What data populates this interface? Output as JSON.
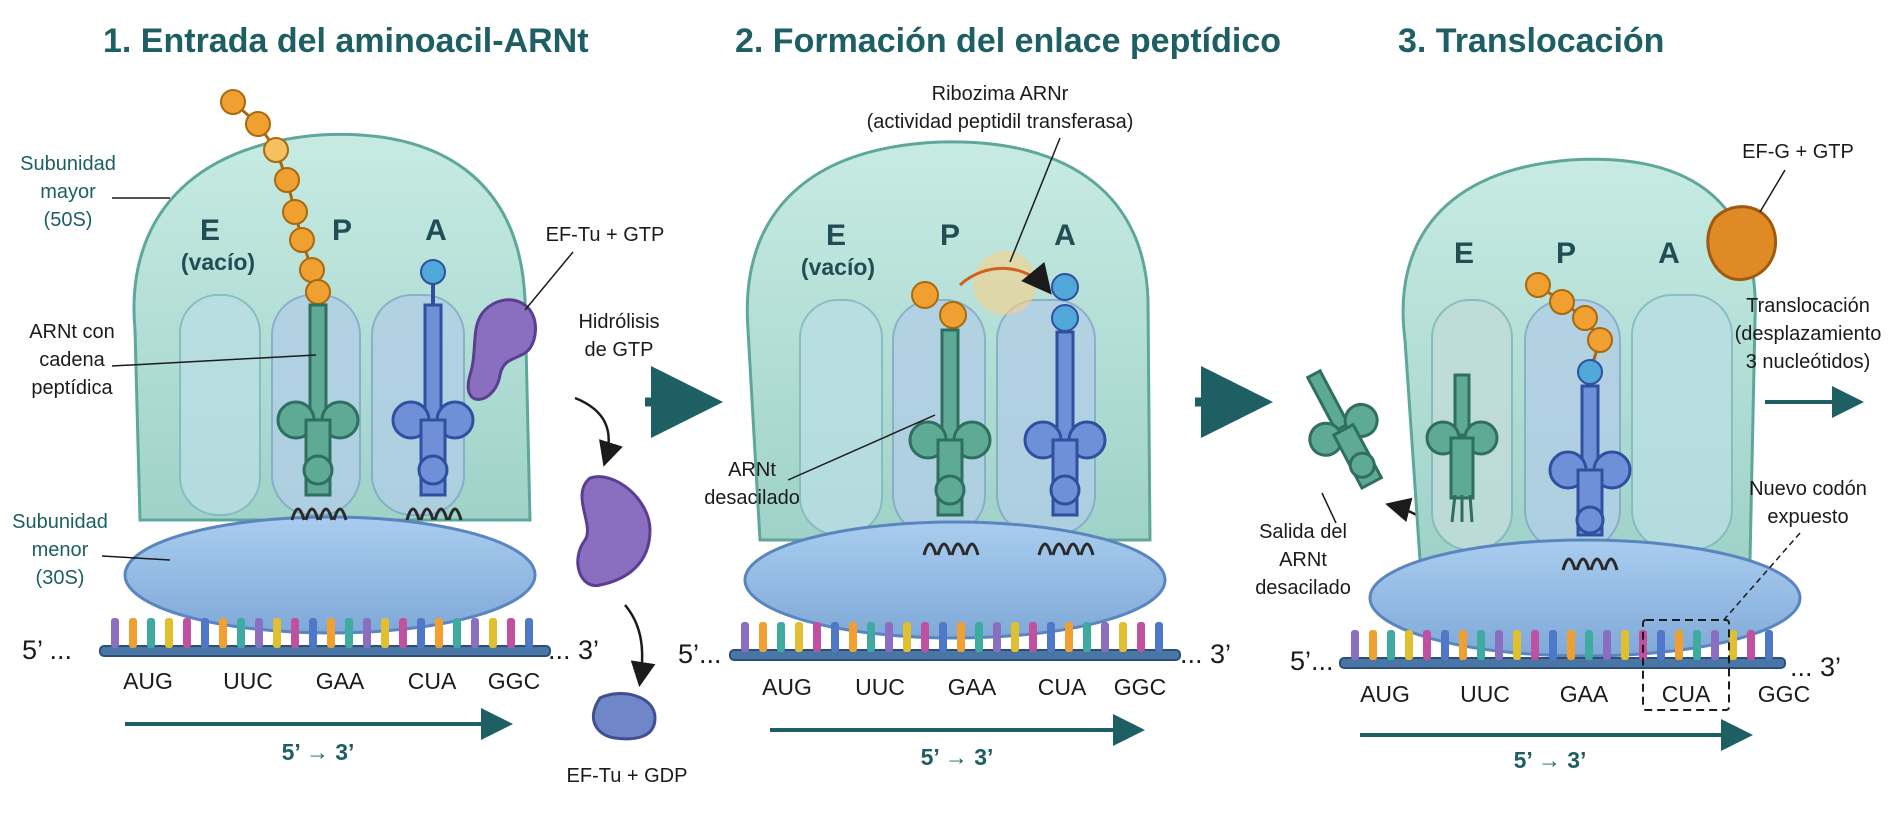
{
  "panels": [
    {
      "title": "1. Entrada del aminoacil-ARNt",
      "sites": [
        "E",
        "P",
        "A"
      ],
      "empty_label": "(vacío)",
      "codons": [
        "AUG",
        "UUC",
        "GAA",
        "CUA",
        "GGC"
      ],
      "five_prime": "5’ ...",
      "three_prime": "... 3’",
      "direction": "5’ → 3’"
    },
    {
      "title": "2. Formación del enlace peptídico",
      "sites": [
        "E",
        "P",
        "A"
      ],
      "empty_label": "(vacío)",
      "codons": [
        "AUG",
        "UUC",
        "GAA",
        "CUA",
        "GGC"
      ],
      "five_prime": "5’...",
      "three_prime": "... 3’",
      "direction": "5’ → 3’"
    },
    {
      "title": "3. Translocación",
      "sites": [
        "E",
        "P",
        "A"
      ],
      "codons": [
        "AUG",
        "UUC",
        "GAA",
        "CUA",
        "GGC"
      ],
      "five_prime": "5’...",
      "three_prime": "... 3’",
      "direction": "5’ → 3’"
    }
  ],
  "labels": {
    "large_subunit": [
      "Subunidad",
      "mayor",
      "(50S)"
    ],
    "small_subunit": [
      "Subunidad",
      "menor",
      "(30S)"
    ],
    "trna_chain": [
      "ARNt con",
      "cadena",
      "peptídica"
    ],
    "ef_tu_gtp": "EF-Tu + GTP",
    "gtp_hydrolysis": [
      "Hidrólisis",
      "de GTP"
    ],
    "ef_tu_gdp": "EF-Tu + GDP",
    "ribozyme": [
      "Ribozima ARNr",
      "(actividad peptidil transferasa)"
    ],
    "deacylated_trna": [
      "ARNt",
      "desacilado"
    ],
    "exit_trna": [
      "Salida del",
      "ARNt",
      "desacilado"
    ],
    "ef_g_gtp": "EF-G + GTP",
    "translocation": [
      "Translocación",
      "(desplazamiento",
      "3 nucleótidos)"
    ],
    "new_codon": [
      "Nuevo codón",
      "expuesto"
    ]
  },
  "colors": {
    "title_teal": "#1d5f63",
    "large_subunit": "#a8d8cf",
    "small_subunit": "#8db8e0",
    "amino_acid": "#f0a030",
    "ef_tu": "#8a6fc0",
    "ef_g": "#e08a25",
    "trna_green": "#3f8f7a",
    "trna_blue": "#4f78c8"
  }
}
